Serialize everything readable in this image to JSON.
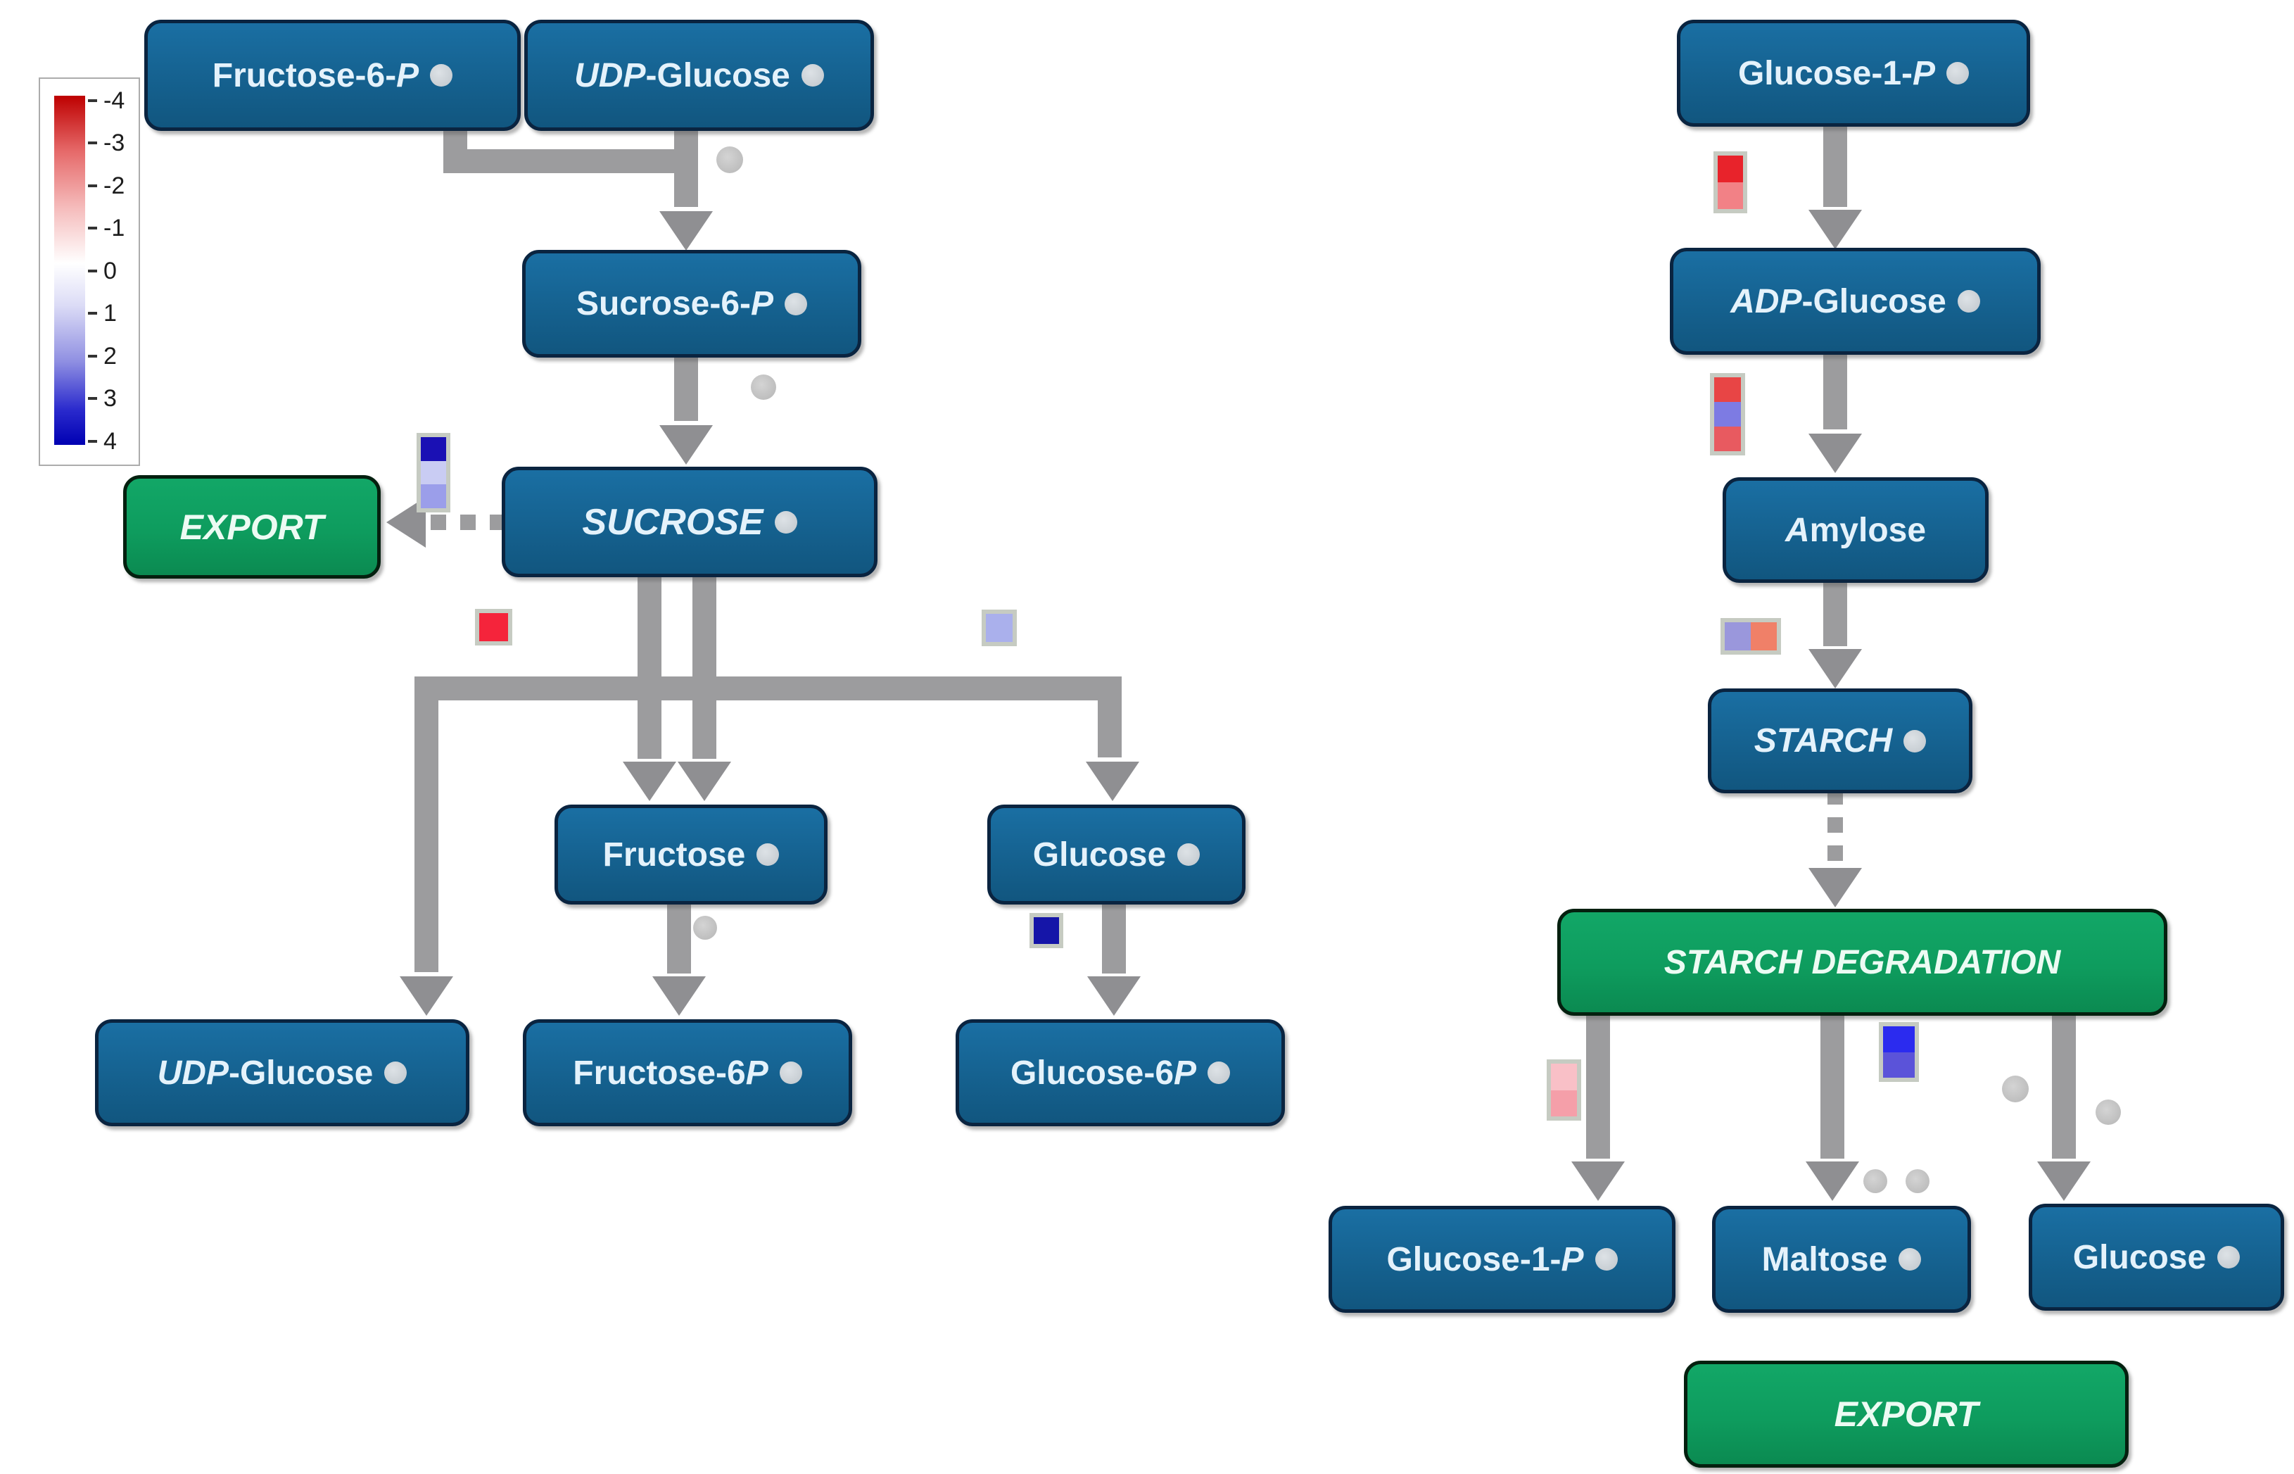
{
  "legend": {
    "ticks": [
      "-4",
      "-3",
      "-2",
      "-1",
      "0",
      "1",
      "2",
      "3",
      "4"
    ],
    "gradient_colors": [
      "#BE0000",
      "#FFFFFF",
      "#0000B2"
    ]
  },
  "colors": {
    "node_fill": "#15618F",
    "node_border": "#0A2440",
    "node_text": "#E4F2FB",
    "terminal_fill": "#0E9C5E",
    "terminal_border": "#04200F",
    "arrow_gray": "#9C9C9E",
    "metabolite_dot": "#C7CCD2"
  },
  "nodes": {
    "f6p_top": {
      "pre": "Fructose-6-",
      "em": "P"
    },
    "udpg_top": {
      "em": "UDP",
      "post": "-Glucose"
    },
    "s6p": {
      "pre": "Sucrose-6-",
      "em": "P"
    },
    "sucrose": {
      "em": "SUCROSE"
    },
    "export_l": {
      "em": "EXPORT"
    },
    "fructose": {
      "pre": "Fructose"
    },
    "glucose_m": {
      "pre": "Glucose"
    },
    "udpg_b": {
      "em": "UDP",
      "post": "-Glucose"
    },
    "f6p_b": {
      "pre": "Fructose-6",
      "em": "P"
    },
    "g6p_b": {
      "pre": "Glucose-6",
      "em": "P"
    },
    "g1p_top": {
      "pre": "Glucose-1-",
      "em": "P"
    },
    "adpg": {
      "em": "ADP",
      "post": "-Glucose"
    },
    "amylose": {
      "em": "A",
      "post": "mylose"
    },
    "starch": {
      "em": "STARCH"
    },
    "sdeg": {
      "em": "STARCH DEGRADATION"
    },
    "g1p_b": {
      "pre": "Glucose-1-",
      "em": "P"
    },
    "maltose": {
      "pre": "Maltose"
    },
    "glucose_b": {
      "pre": "Glucose"
    },
    "export_r": {
      "em": "EXPORT"
    }
  },
  "strips": {
    "export_strip": {
      "cells": [
        "#1A10B4",
        "#C9CCF3",
        "#9B9EEA"
      ]
    },
    "sucrose_red": {
      "cells": [
        "#F5243B"
      ]
    },
    "sucrose_lav": {
      "cells": [
        "#AAB0EC"
      ]
    },
    "g6p_navy": {
      "cells": [
        "#1515A8"
      ]
    },
    "g1p_strip": {
      "cells": [
        "#E8232B",
        "#F28186"
      ]
    },
    "adpg_strip": {
      "cells": [
        "#E84545",
        "#7D7BE3",
        "#E85A60"
      ]
    },
    "amylose_strip": {
      "cells": [
        "#9A97DC",
        "#F08068"
      ]
    },
    "sdeg_left": {
      "cells": [
        "#F9C0C7",
        "#F59FA9"
      ]
    },
    "sdeg_mid": {
      "cells": [
        "#2B2BEF",
        "#5B53D9"
      ]
    }
  }
}
